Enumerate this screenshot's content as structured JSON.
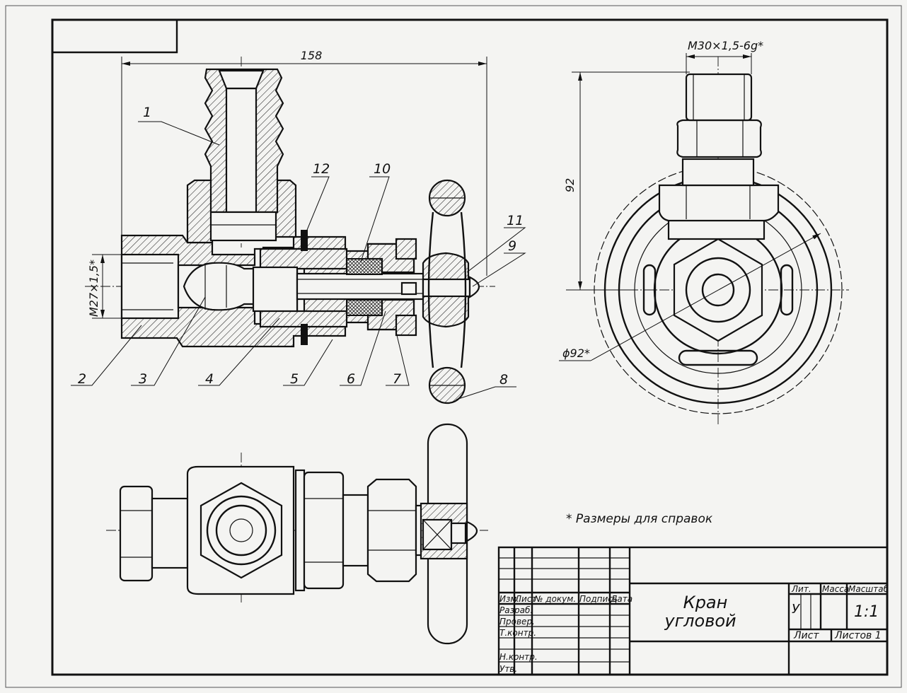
{
  "dimensions": {
    "overall_length": "158",
    "height": "92",
    "thread_outlet": "M30×1,5-6g*",
    "thread_inlet": "M27×1,5*",
    "diameter_handwheel": "ϕ92*"
  },
  "callouts": [
    "1",
    "2",
    "3",
    "4",
    "5",
    "6",
    "7",
    "8",
    "9",
    "10",
    "11",
    "12"
  ],
  "note": "* Размеры для справок",
  "title_block": {
    "name_line1": "Кран",
    "name_line2": "угловой",
    "columns": [
      "Изм.",
      "Лист",
      "№ докум.",
      "Подпись",
      "Дата"
    ],
    "rows": [
      "Разраб.",
      "Провер.",
      "Т.контр.",
      "",
      "Н.контр.",
      "Утв."
    ],
    "lit_label": "Лит.",
    "mass_label": "Масса",
    "scale_label": "Масштаб",
    "lit_value": "У",
    "scale_value": "1:1",
    "sheet_label": "Лист",
    "sheets_label": "Листов 1"
  }
}
